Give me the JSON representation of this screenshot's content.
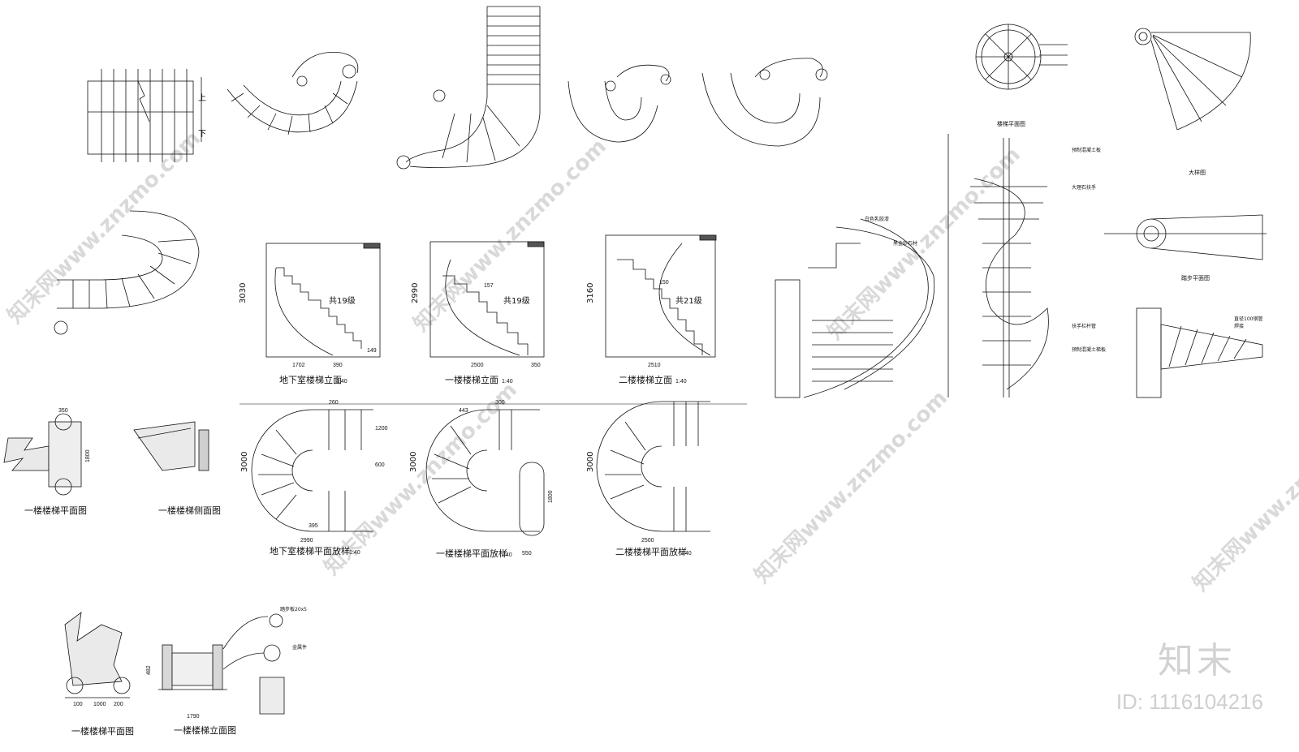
{
  "watermark": {
    "brand": "知末",
    "id_text": "ID: 1116104216",
    "stamp_text": "知末网www.znzmo.com"
  },
  "captions": {
    "basement_elev": "地下室楼梯立面",
    "floor1_elev": "一楼楼梯立面",
    "floor2_elev": "二楼楼梯立面",
    "basement_plan": "地下室楼梯平面放样",
    "floor1_plan": "一楼楼梯平面放样",
    "floor2_plan": "二楼楼梯平面放样",
    "rail_plan_a": "一楼楼梯平面图",
    "rail_side": "一楼楼梯侧面图",
    "rail_plan_b": "一楼楼梯平面图",
    "rail_elev": "一楼楼梯立面图",
    "spiral_plan": "楼梯平面图",
    "detail_large": "大样图",
    "step_plan": "踏步平面图",
    "scale": "1:40"
  },
  "steps": {
    "basement": "共19级",
    "floor1": "共19级",
    "floor2": "共21级"
  },
  "dimensions": {
    "basement_height": "3030",
    "basement_w1": "1702",
    "basement_w2": "390",
    "basement_rise": "149",
    "floor1_height": "2990",
    "floor1_width": "2500",
    "floor1_rise": "157",
    "floor1_w2": "350",
    "floor2_height": "3160",
    "floor2_width": "2510",
    "floor2_rise": "150",
    "plan_b_h": "3000",
    "plan_b_w": "2990",
    "plan_b_r": "1200",
    "plan_b_mid": "600",
    "plan_1_h": "3000",
    "plan_1_mid": "1800",
    "plan_1_w": "550",
    "plan_2_w": "2500",
    "plan_2_h": "3000",
    "tread_a": "260",
    "tread_b": "300",
    "tread_c": "443",
    "tread_d": "395",
    "rail_a": "350",
    "rail_b": "100",
    "rail_c": "1800",
    "rail_d": "1000",
    "rail_e": "200",
    "rail_f": "1790",
    "rail_g": "482"
  },
  "notes": {
    "spiral_1": "大理石扶手",
    "spiral_2": "预制混凝土板",
    "spiral_3": "扶手栏杆管",
    "spiral_4": "预制混凝土梯板",
    "spiral_5": "白色乳胶漆",
    "spiral_6": "黑金砂石材",
    "spiral_7": "踏步板20x5",
    "spiral_8": "金属件",
    "spiral_9": "直径100钢管",
    "spiral_10": "焊接"
  },
  "marks": {
    "up": "上",
    "down": "下"
  }
}
